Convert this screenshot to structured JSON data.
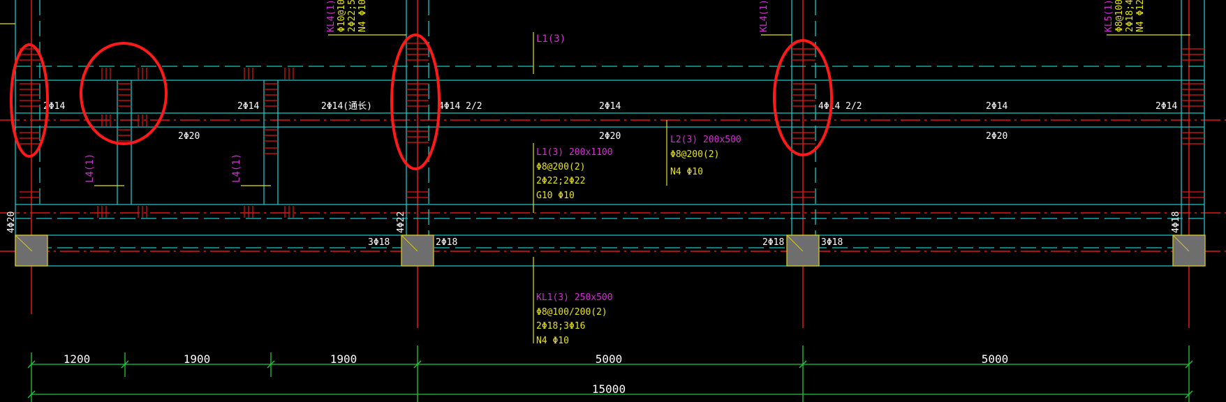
{
  "colors": {
    "background": "#000000",
    "beam_edge": "#19c8c8",
    "axis_line": "#e01818",
    "rebar_mark": "#e01818",
    "label_yellow": "#e6e21e",
    "label_magenta": "#d030d0",
    "rebar_text": "#ffffff",
    "dimension": "#22c83a",
    "annotation_circle": "#ff1a1a",
    "column_fill": "#6e6e6e",
    "column_edge": "#d8c820"
  },
  "top_labels": {
    "kl4_left": {
      "line1": "KL4(1)",
      "line2": "Φ10@10",
      "line3": "2Φ22;5",
      "line4": "N4 Φ10"
    },
    "kl4_right": {
      "line1": "KL4(1)"
    },
    "kl5": {
      "line1": "KL5(1)",
      "line2": "Φ8@100",
      "line3": "2Φ18;4",
      "line4": "N4 Φ12"
    },
    "l1_top": "L1(3)"
  },
  "rebar_top": {
    "a": "2Φ14",
    "b": "2Φ14",
    "c": "2Φ14(通长)",
    "d": "4Φ14 2/2",
    "e": "2Φ14",
    "f": "4Φ14 2/2",
    "g": "2Φ14",
    "h": "2Φ14"
  },
  "rebar_bottom": {
    "a": "2Φ20",
    "b": "2Φ20",
    "c": "2Φ20"
  },
  "secondary_beams": {
    "l4_left": "L4(1)",
    "l4_right": "L4(1)"
  },
  "beam_l1": {
    "name": "L1(3) 200x1100",
    "stirrup": "Φ8@200(2)",
    "longitudinal": "2Φ22;2Φ22",
    "side": "G10 Φ10"
  },
  "beam_l2": {
    "name": "L2(3) 200x500",
    "stirrup": "Φ8@200(2)",
    "side": "N4 Φ10"
  },
  "beam_kl1": {
    "name": "KL1(3) 250x500",
    "stirrup": "Φ8@100/200(2)",
    "longitudinal": "2Φ18;3Φ16",
    "side": "N4 Φ10"
  },
  "column_rebar": {
    "c1": "4Φ20",
    "c2": "4Φ22",
    "c3": "4Φ18"
  },
  "kl1_rebar": {
    "a": "3Φ18",
    "b": "2Φ18",
    "c": "2Φ18",
    "d": "3Φ18"
  },
  "dimensions": {
    "d1": "1200",
    "d2": "1900",
    "d3": "1900",
    "d4": "5000",
    "d5": "5000",
    "total": "15000"
  }
}
